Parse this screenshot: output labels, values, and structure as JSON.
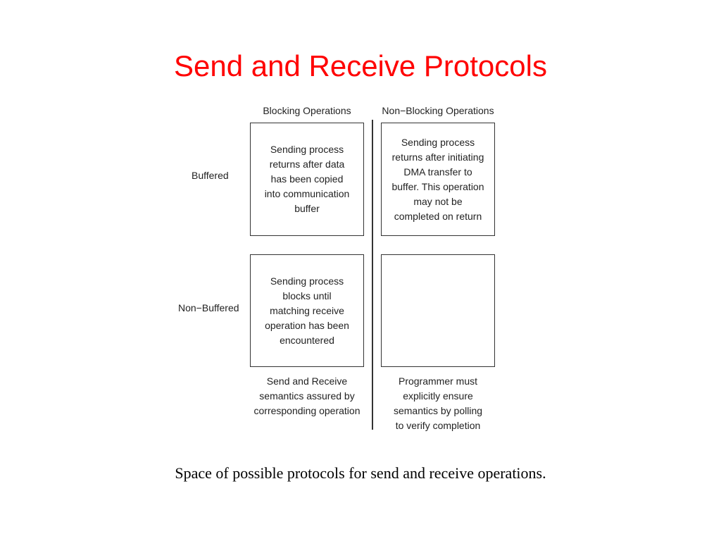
{
  "title": "Send and Receive Protocols",
  "columns": {
    "blocking": "Blocking Operations",
    "non_blocking": "Non−Blocking Operations"
  },
  "rows": {
    "buffered": "Buffered",
    "non_buffered": "Non−Buffered"
  },
  "cells": {
    "buffered_blocking": "Sending process\nreturns after data\nhas been copied\ninto communication\nbuffer",
    "buffered_non_blocking": "Sending process\nreturns after initiating\nDMA transfer to\nbuffer. This operation\nmay not be\ncompleted on return",
    "non_buffered_blocking": "Sending process\nblocks until\nmatching receive\noperation has been\nencountered",
    "non_buffered_non_blocking": ""
  },
  "notes": {
    "blocking": "Send and Receive\nsemantics assured by\ncorresponding operation",
    "non_blocking": "Programmer must\nexplicitly ensure\nsemantics by polling\nto verify completion"
  },
  "caption": "Space of possible protocols for send and receive operations.",
  "colors": {
    "title": "#ff0000",
    "lines": "#333333"
  }
}
